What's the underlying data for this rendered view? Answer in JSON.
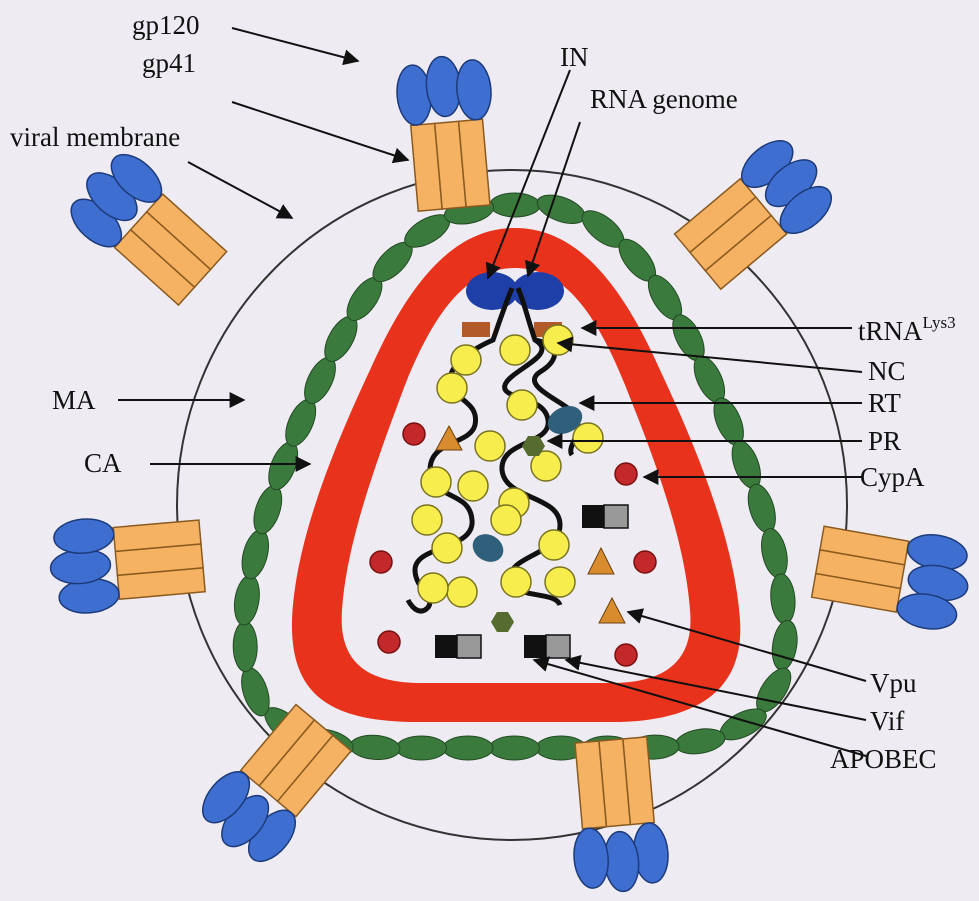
{
  "labels": {
    "gp120": "gp120",
    "gp41": "gp41",
    "viral_membrane": "viral membrane",
    "IN": "IN",
    "RNA_genome": "RNA genome",
    "tRNA": "tRNA",
    "tRNA_sup": "Lys3",
    "NC": "NC",
    "RT": "RT",
    "PR": "PR",
    "CypA": "CypA",
    "MA": "MA",
    "CA": "CA",
    "Vpu": "Vpu",
    "Vif": "Vif",
    "APOBEC": "APOBEC"
  },
  "colors": {
    "background": "#eeecf2",
    "capsid_red": "#e8321c",
    "matrix_green": "#3a7a3c",
    "gp120_blue": "#3e6fd0",
    "gp41_orange": "#f5b262",
    "nc_yellow": "#f7ee4e",
    "integrase_blue": "#1f3fa8",
    "rt_teal": "#2f5f7a",
    "cypa_red": "#c3282a",
    "vpu_orange": "#d98c2e",
    "pr_green": "#556b2f"
  }
}
